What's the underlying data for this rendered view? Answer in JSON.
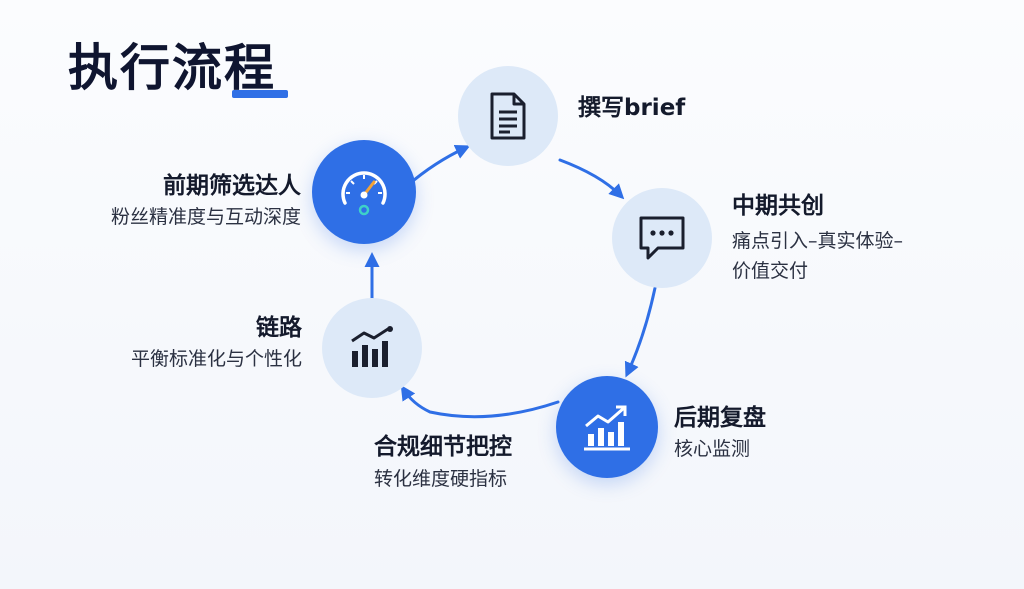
{
  "title": "执行流程",
  "accent_color": "#2f6fe6",
  "light_node_color": "#dde9f8",
  "steps": [
    {
      "id": "brief",
      "title": "撰写brief",
      "subtitle": "",
      "icon": "document-icon",
      "style": "light"
    },
    {
      "id": "mid",
      "title": "中期共创",
      "subtitle_lines": [
        "痛点引入–真实体验–",
        "价值交付"
      ],
      "icon": "chat-bubble-icon",
      "style": "light"
    },
    {
      "id": "late",
      "title": "后期复盘",
      "subtitle": "核心监测",
      "icon": "trend-chart-icon",
      "style": "dark"
    },
    {
      "id": "compliance",
      "title": "合规细节把控",
      "subtitle": "转化维度硬指标",
      "icon": "",
      "style": "none"
    },
    {
      "id": "link",
      "title": "链路",
      "subtitle": "平衡标准化与个性化",
      "icon": "bar-chart-icon",
      "style": "light"
    },
    {
      "id": "early",
      "title": "前期筛选达人",
      "subtitle": "粉丝精准度与互动深度",
      "icon": "gauge-icon",
      "style": "dark"
    }
  ]
}
